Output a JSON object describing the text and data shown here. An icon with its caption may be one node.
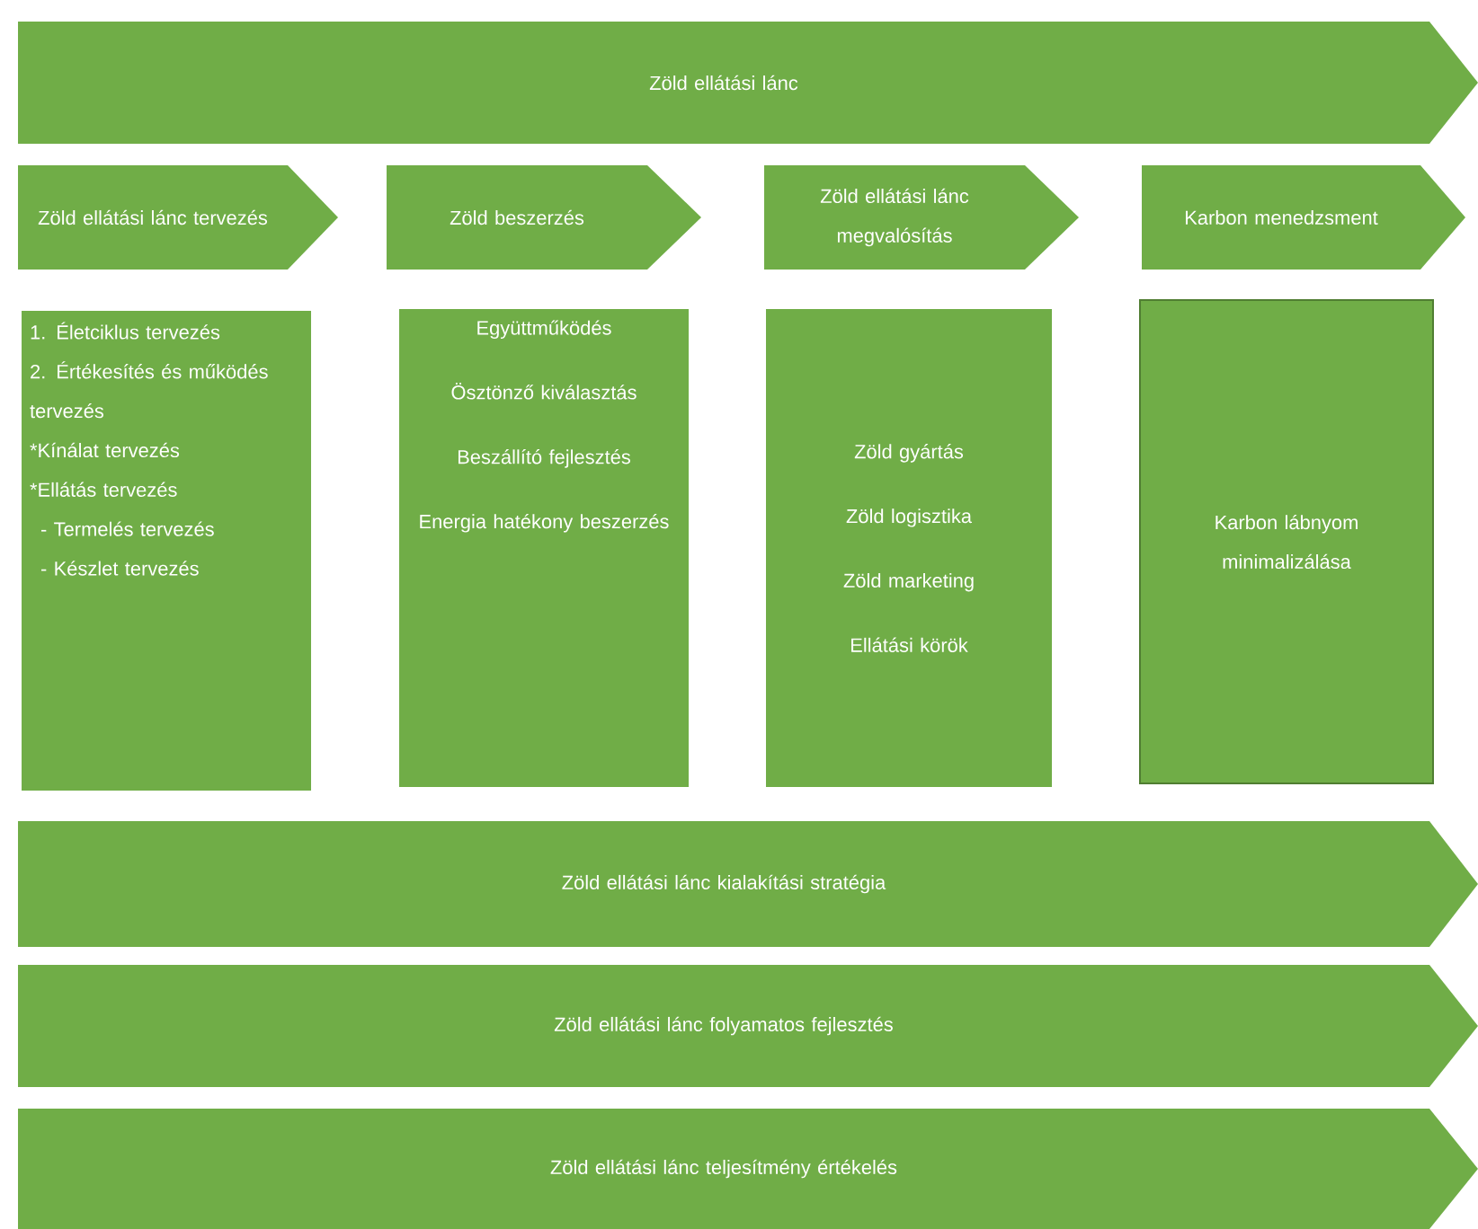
{
  "diagram": {
    "nodes": [
      {
        "text": [
          "Zöld ellátási lánc"
        ]
      },
      {
        "text": [
          "Zöld ellátási lánc tervezés"
        ]
      },
      {
        "text": [
          "Zöld beszerzés"
        ]
      },
      {
        "text": [
          "Zöld ellátási lánc megvalósítás"
        ]
      },
      {
        "text": [
          "Karbon menedzsment"
        ]
      },
      {
        "text": [
          "1. Életciklus tervezés",
          "2. Értékesítés és működés tervezés",
          "*Kínálat tervezés",
          "*Ellátás tervezés",
          "- Termelés tervezés",
          "- Készlet tervezés"
        ]
      },
      {
        "text": [
          "Együttműködés",
          "Ösztönző kiválasztás",
          "Beszállító fejlesztés",
          "Energia hatékony beszerzés"
        ]
      },
      {
        "text": [
          "Zöld gyártás",
          "Zöld logisztika",
          "Zöld marketing",
          "Ellátási körök"
        ]
      },
      {
        "text": [
          "Karbon lábnyom minimalizálása"
        ]
      },
      {
        "text": [
          "Zöld ellátási lánc kialakítási stratégia"
        ]
      },
      {
        "text": [
          "Zöld ellátási lánc folyamatos fejlesztés"
        ]
      },
      {
        "text": [
          "Zöld ellátási lánc teljesítmény értékelés"
        ]
      }
    ]
  }
}
